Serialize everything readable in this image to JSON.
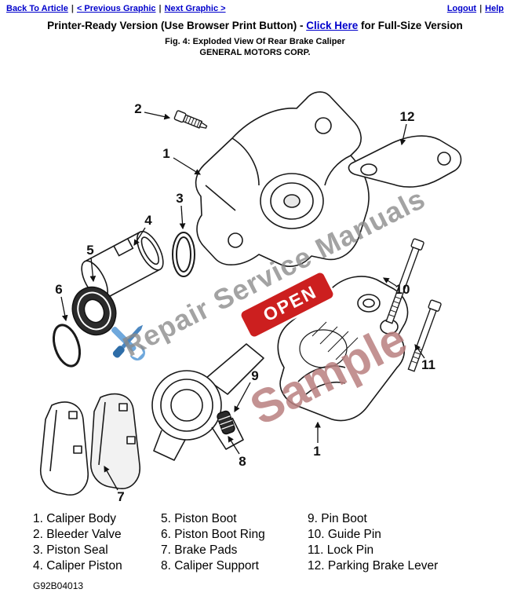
{
  "nav": {
    "separator": "|",
    "back_to_article": "Back To Article",
    "previous_graphic": "< Previous Graphic",
    "next_graphic": "Next Graphic >",
    "logout": "Logout",
    "help": "Help"
  },
  "header": {
    "printer_prefix": "Printer-Ready Version (Use Browser Print Button) - ",
    "click_here": "Click Here",
    "printer_suffix": " for Full-Size Version",
    "fig_caption": "Fig. 4: Exploded View Of Rear Brake Caliper",
    "manufacturer": "GENERAL MOTORS CORP."
  },
  "diagram": {
    "watermark_line1": "Repair Service Manuals",
    "watermark_line2": "Sample",
    "open_banner": "OPEN",
    "callouts": {
      "c1_top": "1",
      "c1_bottom": "1",
      "c2": "2",
      "c3": "3",
      "c4": "4",
      "c5": "5",
      "c6": "6",
      "c7": "7",
      "c8": "8",
      "c9": "9",
      "c10": "10",
      "c11": "11",
      "c12": "12"
    },
    "colors": {
      "link_blue": "#0000cc",
      "watermark_gray": "#8a8a8a",
      "sample_red": "#b97f7f",
      "banner_red": "#cc1f1f",
      "tools_blue": "#2e6da8",
      "tools_light_blue": "#6fa8dc"
    }
  },
  "legend": {
    "columns": [
      [
        "1. Caliper Body",
        "2. Bleeder Valve",
        "3. Piston Seal",
        "4. Caliper Piston"
      ],
      [
        "5. Piston Boot",
        "6. Piston Boot Ring",
        "7. Brake Pads",
        "8. Caliper Support"
      ],
      [
        "9. Pin Boot",
        "10. Guide Pin",
        "11. Lock Pin",
        "12. Parking Brake Lever"
      ]
    ]
  },
  "footer": {
    "figure_id": "G92B04013"
  }
}
